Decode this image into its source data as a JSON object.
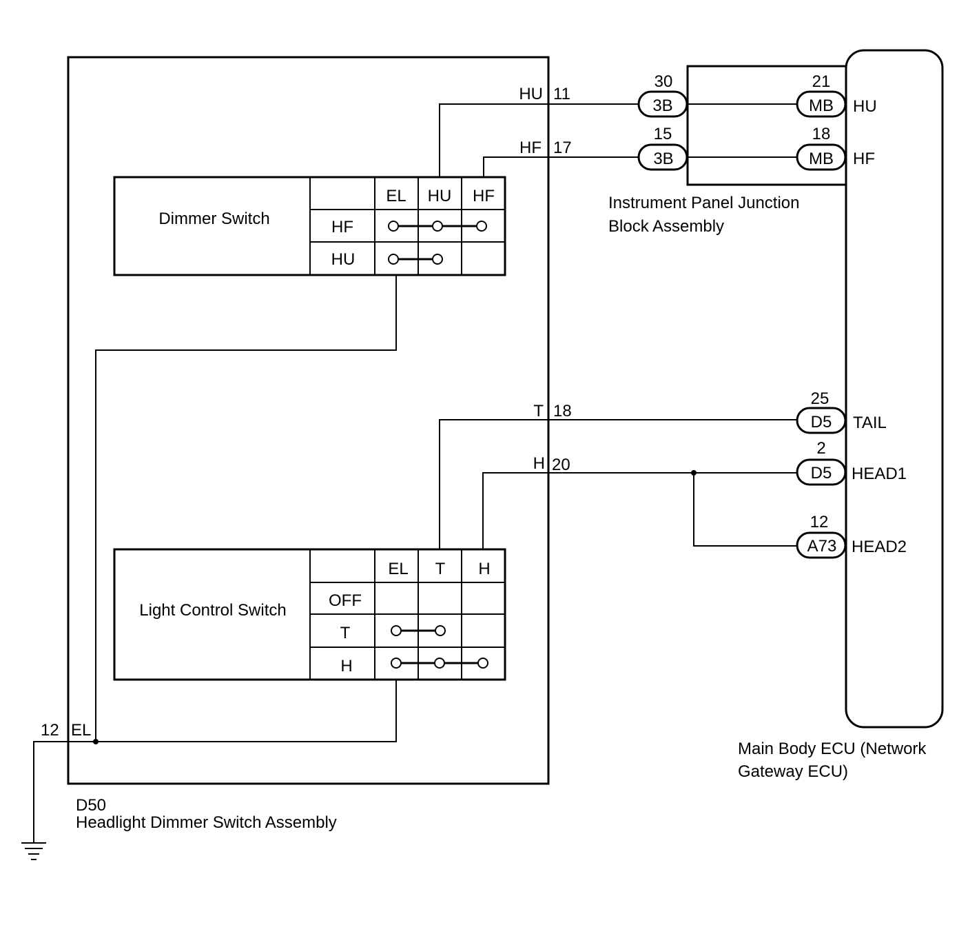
{
  "components": {
    "dimmer_switch": {
      "label": "Dimmer Switch",
      "columns": [
        "EL",
        "HU",
        "HF"
      ],
      "rows": [
        "HF",
        "HU"
      ]
    },
    "light_control_switch": {
      "label": "Light Control Switch",
      "columns": [
        "EL",
        "T",
        "H"
      ],
      "rows": [
        "OFF",
        "T",
        "H"
      ]
    },
    "headlight_dimmer_assembly": {
      "code": "D50",
      "label": "Headlight Dimmer Switch Assembly"
    },
    "junction_block": {
      "label_line1": "Instrument Panel Junction",
      "label_line2": "Block Assembly"
    },
    "main_body_ecu": {
      "label_line1": "Main Body ECU (Network",
      "label_line2": "Gateway ECU)"
    }
  },
  "pins": {
    "hu_name": "HU",
    "hu_num": "11",
    "hf_name": "HF",
    "hf_num": "17",
    "t_name": "T",
    "t_num": "18",
    "h_name": "H",
    "h_num": "20",
    "el_num": "12",
    "el_name": "EL"
  },
  "connectors": {
    "jb_hu": {
      "pin": "30",
      "code": "3B"
    },
    "jb_hf": {
      "pin": "15",
      "code": "3B"
    },
    "ecu_hu": {
      "pin": "21",
      "code": "MB",
      "terminal": "HU"
    },
    "ecu_hf": {
      "pin": "18",
      "code": "MB",
      "terminal": "HF"
    },
    "ecu_tail": {
      "pin": "25",
      "code": "D5",
      "terminal": "TAIL"
    },
    "ecu_head1": {
      "pin": "2",
      "code": "D5",
      "terminal": "HEAD1"
    },
    "ecu_head2": {
      "pin": "12",
      "code": "A73",
      "terminal": "HEAD2"
    }
  }
}
